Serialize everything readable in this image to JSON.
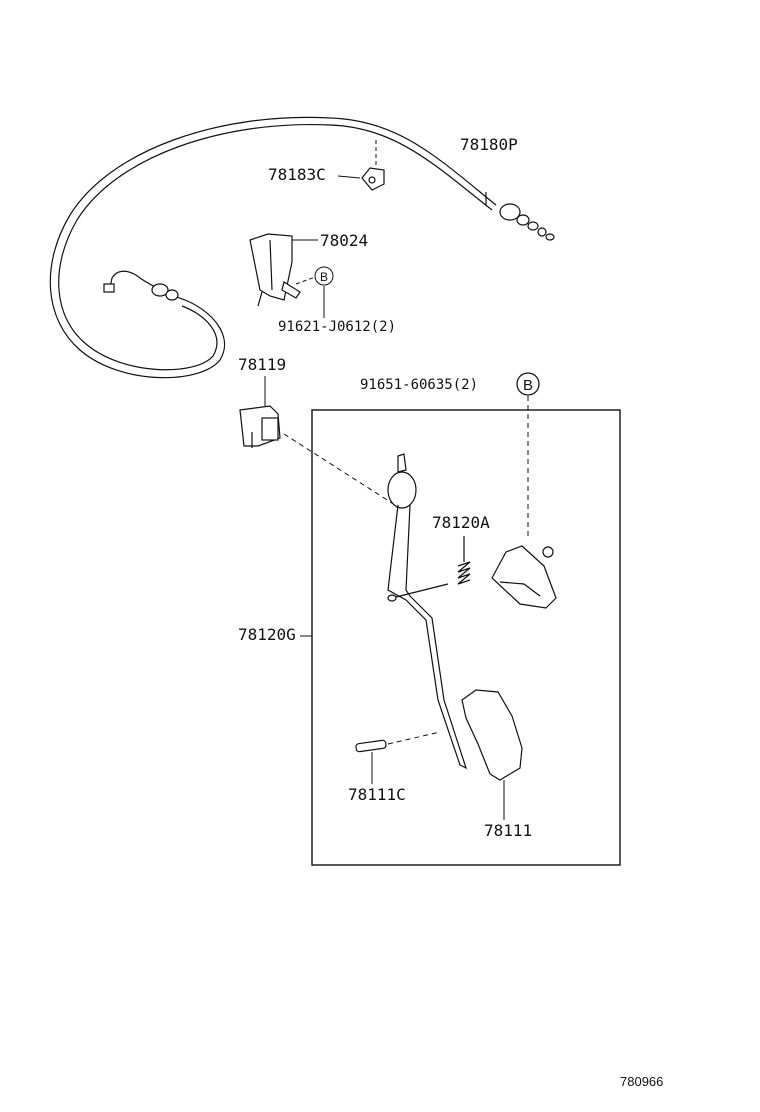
{
  "diagram": {
    "figure_ref": "780966",
    "callout_letter": "B",
    "parts": {
      "cable": "78180P",
      "clamp": "78183C",
      "bracket": "78024",
      "bracket_bolt": "91621-J0612(2)",
      "sensor": "78119",
      "pedal_bolt": "91651-60635(2)",
      "spring": "78120A",
      "pedal_assy": "78120G",
      "pad_pin": "78111C",
      "pad": "78111"
    }
  }
}
